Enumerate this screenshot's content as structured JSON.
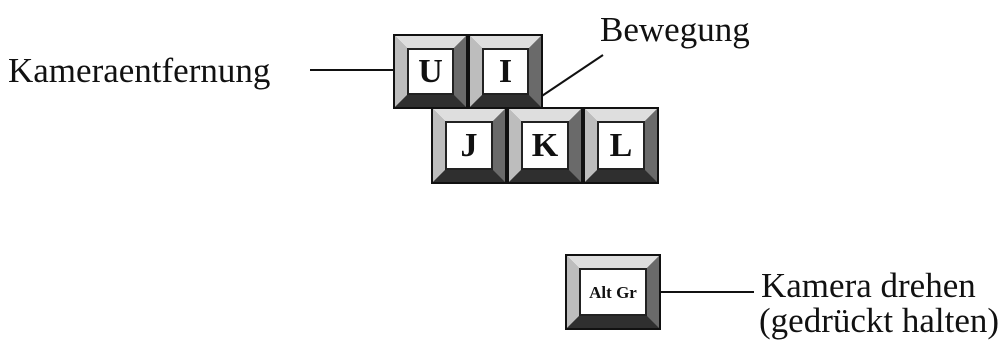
{
  "labels": {
    "camera_distance": "Kameraentfernung",
    "movement": "Bewegung",
    "rotate_camera_line1": "Kamera drehen",
    "rotate_camera_line2": "(gedrückt halten)"
  },
  "keys": {
    "u": "U",
    "i": "I",
    "j": "J",
    "k": "K",
    "l": "L",
    "alt_gr": "Alt Gr"
  },
  "colors": {
    "ink": "#111111",
    "key_top": "#dedede",
    "key_left": "#bdbdbd",
    "key_right": "#6a6a6a",
    "key_bottom": "#2f2f2f",
    "key_face": "#ffffff"
  }
}
